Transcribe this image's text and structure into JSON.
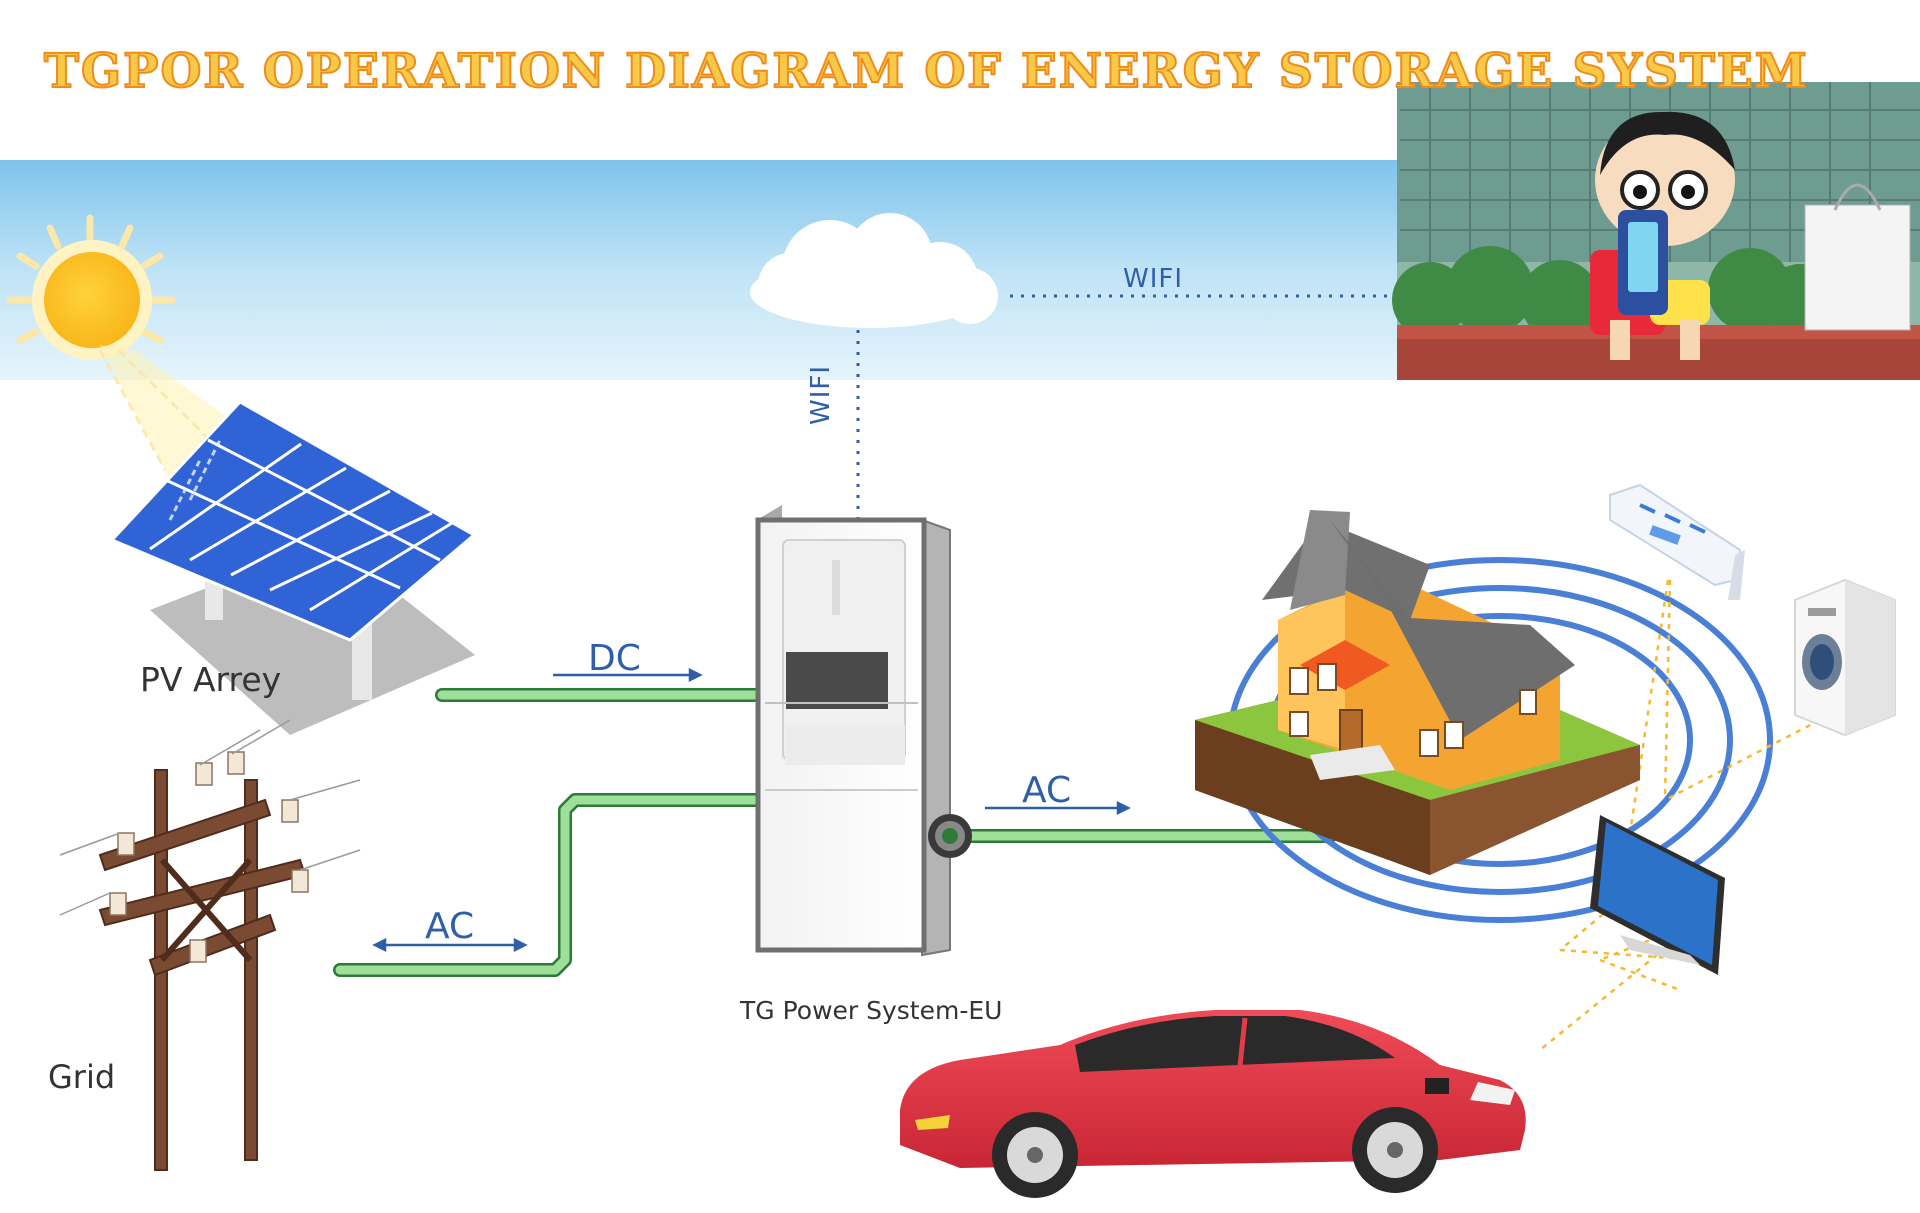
{
  "title": "TGPOR OPERATION DIAGRAM OF ENERGY STORAGE SYSTEM",
  "labels": {
    "wifi_horizontal": "WIFI",
    "wifi_vertical": "WIFI",
    "pv": "PV Arrey",
    "dc": "DC",
    "ac_grid": "AC",
    "ac_house": "AC",
    "grid": "Grid",
    "system": "TG Power System-EU"
  },
  "colors": {
    "title_fill": "#f7c948",
    "title_stroke": "#f08c1a",
    "sky": "#9fd4ef",
    "cable": "#8ed08b",
    "label_blue": "#2f5fa8",
    "wire_dotted": "#f5b82e",
    "car": "#e23b4a"
  },
  "icons": [
    "sun-icon",
    "cloud-icon",
    "solar-panel-icon",
    "utility-pole-icon",
    "battery-inverter-icon",
    "house-icon",
    "air-conditioner-icon",
    "washing-machine-icon",
    "tv-icon",
    "car-icon",
    "cartoon-phone-user-image"
  ]
}
